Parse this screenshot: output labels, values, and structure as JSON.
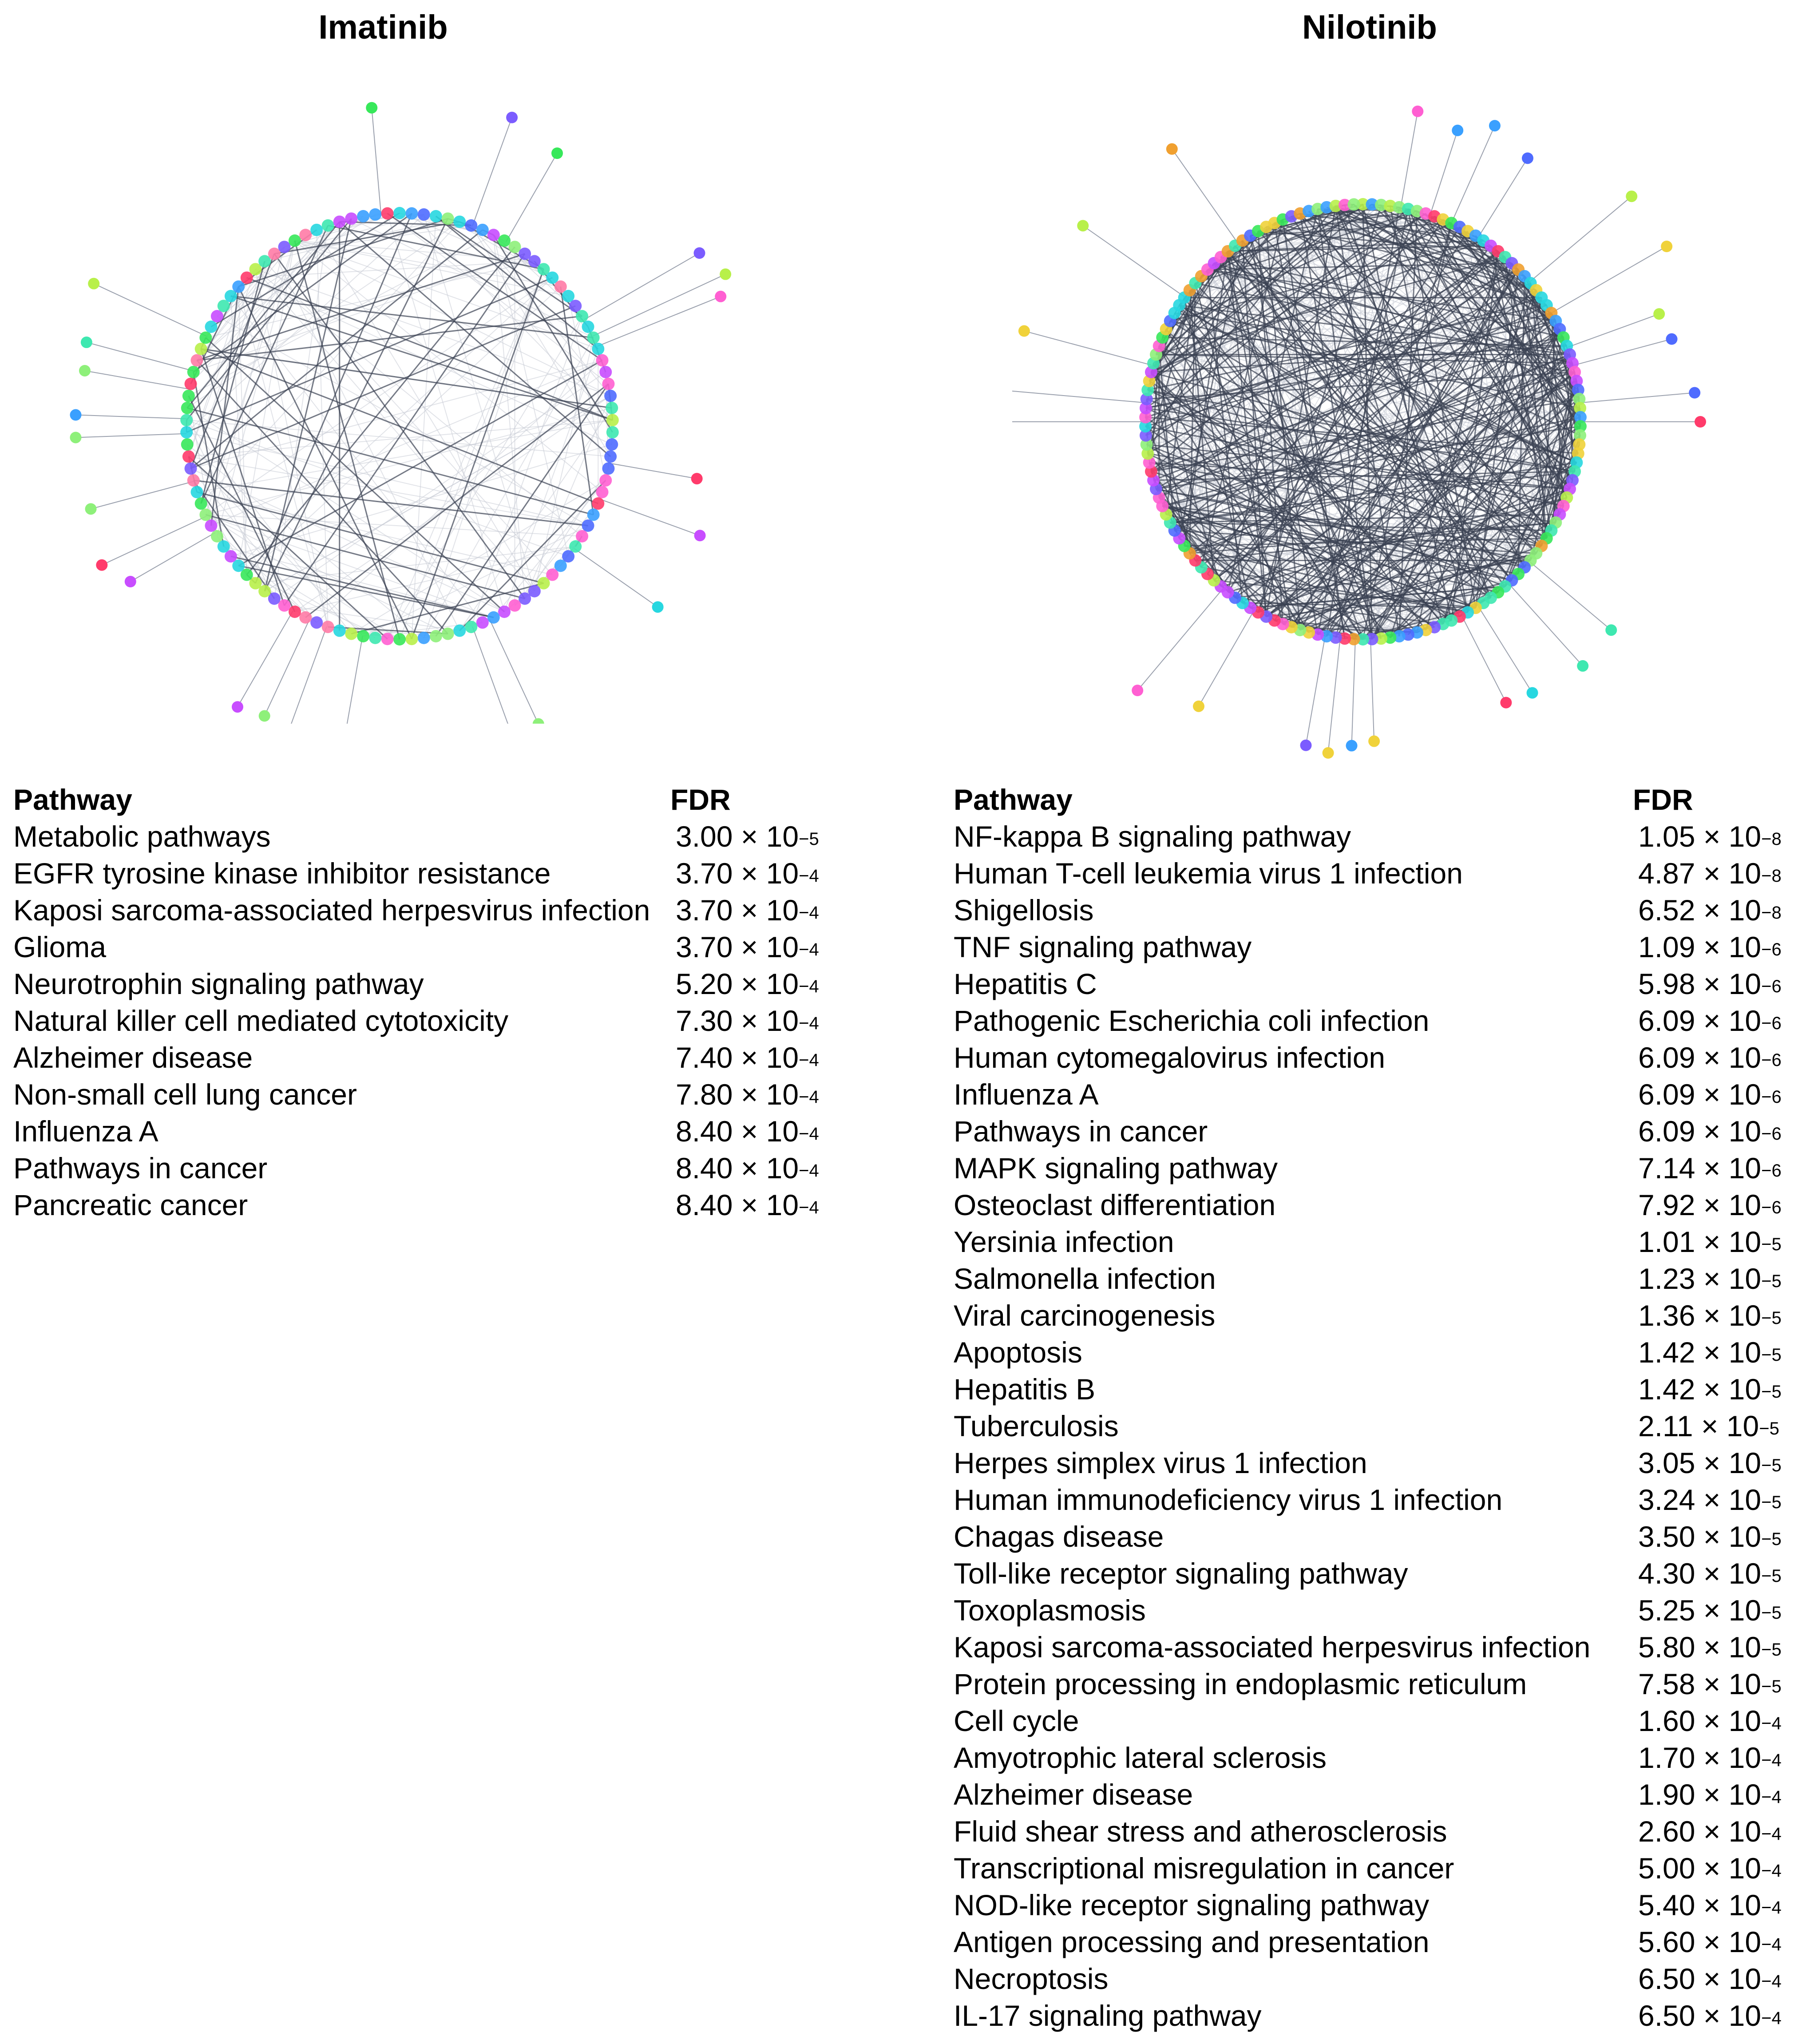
{
  "panels": [
    {
      "title": "Imatinib",
      "table_header": {
        "pathway": "Pathway",
        "fdr": "FDR"
      },
      "rows": [
        {
          "pathway": "Metabolic pathways",
          "mantissa": "3.00",
          "exponent": "−5"
        },
        {
          "pathway": "EGFR tyrosine kinase inhibitor resistance",
          "mantissa": "3.70",
          "exponent": "−4"
        },
        {
          "pathway": "Kaposi sarcoma-associated herpesvirus infection",
          "mantissa": "3.70",
          "exponent": "−4"
        },
        {
          "pathway": "Glioma",
          "mantissa": "3.70",
          "exponent": "−4"
        },
        {
          "pathway": "Neurotrophin signaling pathway",
          "mantissa": "5.20",
          "exponent": "−4"
        },
        {
          "pathway": "Natural killer cell mediated cytotoxicity",
          "mantissa": "7.30",
          "exponent": "−4"
        },
        {
          "pathway": "Alzheimer disease",
          "mantissa": "7.40",
          "exponent": "−4"
        },
        {
          "pathway": "Non-small cell lung cancer",
          "mantissa": "7.80",
          "exponent": "−4"
        },
        {
          "pathway": "Influenza A",
          "mantissa": "8.40",
          "exponent": "−4"
        },
        {
          "pathway": "Pathways in cancer",
          "mantissa": "8.40",
          "exponent": "−4"
        },
        {
          "pathway": "Pancreatic cancer",
          "mantissa": "8.40",
          "exponent": "−4"
        }
      ],
      "network": {
        "ring_nodes": 110,
        "chords": 70,
        "colors": [
          "#ff3b6b",
          "#ff5fd2",
          "#c84dff",
          "#7b5cff",
          "#4f6bff",
          "#3aa0ff",
          "#27d7e0",
          "#3ee8b0",
          "#37e85a",
          "#8ef07a",
          "#b8f04a",
          "#ff7ba6"
        ]
      }
    },
    {
      "title": "Nilotinib",
      "table_header": {
        "pathway": "Pathway",
        "fdr": "FDR"
      },
      "rows": [
        {
          "pathway": "NF-kappa B signaling pathway",
          "mantissa": "1.05",
          "exponent": "−8"
        },
        {
          "pathway": "Human T-cell leukemia virus 1 infection",
          "mantissa": "4.87",
          "exponent": "−8"
        },
        {
          "pathway": "Shigellosis",
          "mantissa": "6.52",
          "exponent": "−8"
        },
        {
          "pathway": "TNF signaling pathway",
          "mantissa": "1.09",
          "exponent": "−6"
        },
        {
          "pathway": "Hepatitis C",
          "mantissa": "5.98",
          "exponent": "−6"
        },
        {
          "pathway": "Pathogenic Escherichia coli infection",
          "mantissa": "6.09",
          "exponent": "−6"
        },
        {
          "pathway": "Human cytomegalovirus infection",
          "mantissa": "6.09",
          "exponent": "−6"
        },
        {
          "pathway": "Influenza A",
          "mantissa": "6.09",
          "exponent": "−6"
        },
        {
          "pathway": "Pathways in cancer",
          "mantissa": "6.09",
          "exponent": "−6"
        },
        {
          "pathway": "MAPK signaling pathway",
          "mantissa": "7.14",
          "exponent": "−6"
        },
        {
          "pathway": "Osteoclast differentiation",
          "mantissa": "7.92",
          "exponent": "−6"
        },
        {
          "pathway": "Yersinia infection",
          "mantissa": "1.01",
          "exponent": "−5"
        },
        {
          "pathway": "Salmonella infection",
          "mantissa": "1.23",
          "exponent": "−5"
        },
        {
          "pathway": "Viral carcinogenesis",
          "mantissa": "1.36",
          "exponent": "−5"
        },
        {
          "pathway": "Apoptosis",
          "mantissa": "1.42",
          "exponent": "−5"
        },
        {
          "pathway": "Hepatitis B",
          "mantissa": "1.42",
          "exponent": "−5"
        },
        {
          "pathway": "Tuberculosis",
          "mantissa": "2.11",
          "exponent": "−5"
        },
        {
          "pathway": "Herpes simplex virus 1 infection",
          "mantissa": "3.05",
          "exponent": "−5"
        },
        {
          "pathway": "Human immunodeficiency virus 1 infection",
          "mantissa": "3.24",
          "exponent": "−5"
        },
        {
          "pathway": "Chagas disease",
          "mantissa": "3.50",
          "exponent": "−5"
        },
        {
          "pathway": "Toll-like receptor signaling pathway",
          "mantissa": "4.30",
          "exponent": "−5"
        },
        {
          "pathway": "Toxoplasmosis",
          "mantissa": "5.25",
          "exponent": "−5"
        },
        {
          "pathway": "Kaposi sarcoma-associated herpesvirus infection",
          "mantissa": "5.80",
          "exponent": "−5"
        },
        {
          "pathway": "Protein processing in endoplasmic reticulum",
          "mantissa": "7.58",
          "exponent": "−5"
        },
        {
          "pathway": "Cell cycle",
          "mantissa": "1.60",
          "exponent": "−4"
        },
        {
          "pathway": "Amyotrophic lateral sclerosis",
          "mantissa": "1.70",
          "exponent": "−4"
        },
        {
          "pathway": "Alzheimer disease",
          "mantissa": "1.90",
          "exponent": "−4"
        },
        {
          "pathway": "Fluid shear stress and atherosclerosis",
          "mantissa": "2.60",
          "exponent": "−4"
        },
        {
          "pathway": "Transcriptional misregulation in cancer",
          "mantissa": "5.00",
          "exponent": "−4"
        },
        {
          "pathway": "NOD-like receptor signaling pathway",
          "mantissa": "5.40",
          "exponent": "−4"
        },
        {
          "pathway": "Antigen processing and presentation",
          "mantissa": "5.60",
          "exponent": "−4"
        },
        {
          "pathway": "Necroptosis",
          "mantissa": "6.50",
          "exponent": "−4"
        },
        {
          "pathway": "IL-17 signaling pathway",
          "mantissa": "6.50",
          "exponent": "−4"
        }
      ],
      "network": {
        "ring_nodes": 150,
        "chords": 420,
        "colors": [
          "#ff3b6b",
          "#ff5fd2",
          "#c84dff",
          "#7b5cff",
          "#4f6bff",
          "#3aa0ff",
          "#27d7e0",
          "#3ee8b0",
          "#37e85a",
          "#8ef07a",
          "#b8f04a",
          "#f0d23a",
          "#f0a030"
        ]
      }
    }
  ]
}
